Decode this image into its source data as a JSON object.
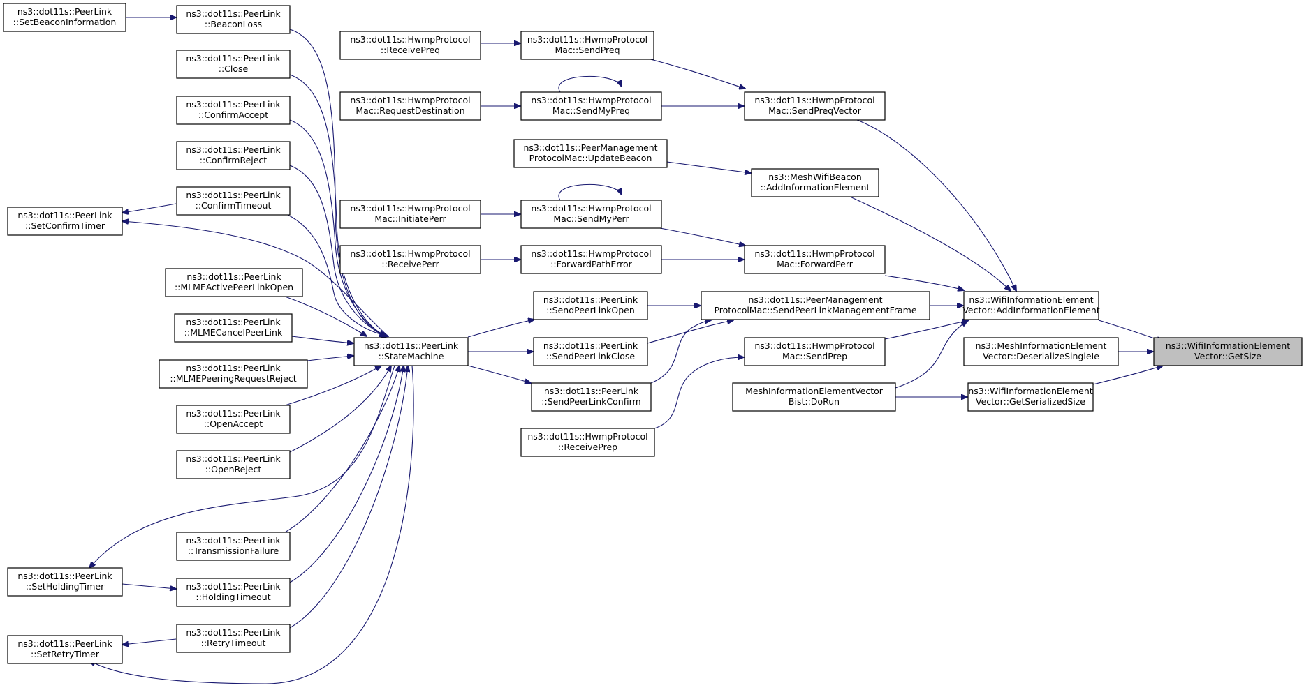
{
  "diagram": {
    "type": "call-graph",
    "colors": {
      "edge": "#191970",
      "node_border": "#000000",
      "node_fill": "#ffffff",
      "highlight_fill": "#bfbfbf"
    },
    "nodes": {
      "getSize": {
        "line1": "ns3::WifiInformationElement",
        "line2": "Vector::GetSize"
      },
      "wieAddIE": {
        "line1": "ns3::WifiInformationElement",
        "line2": "Vector::AddInformationElement"
      },
      "meshDeserialize": {
        "line1": "ns3::MeshInformationElement",
        "line2": "Vector::DeserializeSingleIe"
      },
      "getSerializedSize": {
        "line1": "ns3::WifiInformationElement",
        "line2": "Vector::GetSerializedSize"
      },
      "sendPreqVector": {
        "line1": "ns3::dot11s::HwmpProtocol",
        "line2": "Mac::SendPreqVector"
      },
      "meshBeaconAddIE": {
        "line1": "ns3::MeshWifiBeacon",
        "line2": "::AddInformationElement"
      },
      "forwardPerr": {
        "line1": "ns3::dot11s::HwmpProtocol",
        "line2": "Mac::ForwardPerr"
      },
      "sendPLMF": {
        "line1": "ns3::dot11s::PeerManagement",
        "line2": "ProtocolMac::SendPeerLinkManagementFrame"
      },
      "sendPrep": {
        "line1": "ns3::dot11s::HwmpProtocol",
        "line2": "Mac::SendPrep"
      },
      "doRun": {
        "line1": "MeshInformationElementVector",
        "line2": "Bist::DoRun"
      },
      "sendPreq": {
        "line1": "ns3::dot11s::HwmpProtocol",
        "line2": "Mac::SendPreq"
      },
      "sendMyPreq": {
        "line1": "ns3::dot11s::HwmpProtocol",
        "line2": "Mac::SendMyPreq"
      },
      "updateBeacon": {
        "line1": "ns3::dot11s::PeerManagement",
        "line2": "ProtocolMac::UpdateBeacon"
      },
      "sendMyPerr": {
        "line1": "ns3::dot11s::HwmpProtocol",
        "line2": "Mac::SendMyPerr"
      },
      "forwardPathError": {
        "line1": "ns3::dot11s::HwmpProtocol",
        "line2": "::ForwardPathError"
      },
      "sendPeerLinkOpen": {
        "line1": "ns3::dot11s::PeerLink",
        "line2": "::SendPeerLinkOpen"
      },
      "sendPeerLinkClose": {
        "line1": "ns3::dot11s::PeerLink",
        "line2": "::SendPeerLinkClose"
      },
      "sendPeerLinkConfirm": {
        "line1": "ns3::dot11s::PeerLink",
        "line2": "::SendPeerLinkConfirm"
      },
      "receivePrep": {
        "line1": "ns3::dot11s::HwmpProtocol",
        "line2": "::ReceivePrep"
      },
      "receivePreq": {
        "line1": "ns3::dot11s::HwmpProtocol",
        "line2": "::ReceivePreq"
      },
      "requestDestination": {
        "line1": "ns3::dot11s::HwmpProtocol",
        "line2": "Mac::RequestDestination"
      },
      "initiatePerr": {
        "line1": "ns3::dot11s::HwmpProtocol",
        "line2": "Mac::InitiatePerr"
      },
      "receivePerr": {
        "line1": "ns3::dot11s::HwmpProtocol",
        "line2": "::ReceivePerr"
      },
      "stateMachine": {
        "line1": "ns3::dot11s::PeerLink",
        "line2": "::StateMachine"
      },
      "beaconLoss": {
        "line1": "ns3::dot11s::PeerLink",
        "line2": "::BeaconLoss"
      },
      "close": {
        "line1": "ns3::dot11s::PeerLink",
        "line2": "::Close"
      },
      "confirmAccept": {
        "line1": "ns3::dot11s::PeerLink",
        "line2": "::ConfirmAccept"
      },
      "confirmReject": {
        "line1": "ns3::dot11s::PeerLink",
        "line2": "::ConfirmReject"
      },
      "confirmTimeout": {
        "line1": "ns3::dot11s::PeerLink",
        "line2": "::ConfirmTimeout"
      },
      "mlmeActive": {
        "line1": "ns3::dot11s::PeerLink",
        "line2": "::MLMEActivePeerLinkOpen"
      },
      "mlmeCancel": {
        "line1": "ns3::dot11s::PeerLink",
        "line2": "::MLMECancelPeerLink"
      },
      "mlmeReject": {
        "line1": "ns3::dot11s::PeerLink",
        "line2": "::MLMEPeeringRequestReject"
      },
      "openAccept": {
        "line1": "ns3::dot11s::PeerLink",
        "line2": "::OpenAccept"
      },
      "openReject": {
        "line1": "ns3::dot11s::PeerLink",
        "line2": "::OpenReject"
      },
      "transmissionFailure": {
        "line1": "ns3::dot11s::PeerLink",
        "line2": "::TransmissionFailure"
      },
      "holdingTimeout": {
        "line1": "ns3::dot11s::PeerLink",
        "line2": "::HoldingTimeout"
      },
      "retryTimeout": {
        "line1": "ns3::dot11s::PeerLink",
        "line2": "::RetryTimeout"
      },
      "setBeaconInfo": {
        "line1": "ns3::dot11s::PeerLink",
        "line2": "::SetBeaconInformation"
      },
      "setConfirmTimer": {
        "line1": "ns3::dot11s::PeerLink",
        "line2": "::SetConfirmTimer"
      },
      "setHoldingTimer": {
        "line1": "ns3::dot11s::PeerLink",
        "line2": "::SetHoldingTimer"
      },
      "setRetryTimer": {
        "line1": "ns3::dot11s::PeerLink",
        "line2": "::SetRetryTimer"
      }
    }
  }
}
